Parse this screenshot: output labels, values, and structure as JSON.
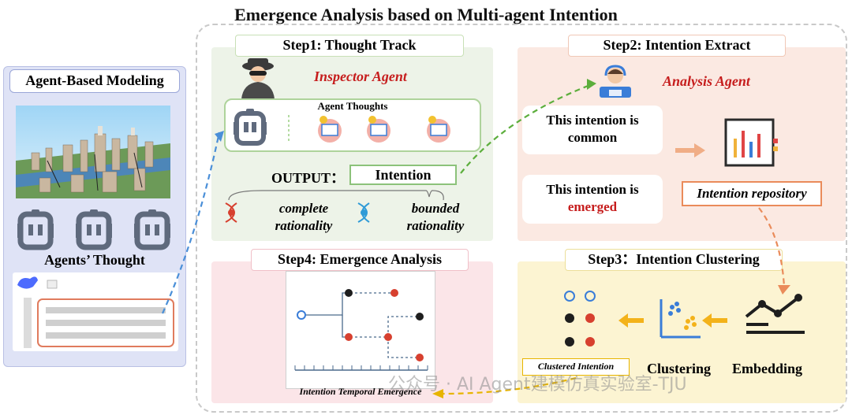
{
  "title": "Emergence Analysis based on Multi-agent Intention",
  "left": {
    "title": "Agent-Based Modeling",
    "thoughts_label": "Agents’ Thought"
  },
  "step1": {
    "label": "Step1: Thought Track",
    "agent": "Inspector Agent",
    "thoughts_title": "Agent Thoughts",
    "output_label": "OUTPUT：",
    "output_value": "Intention",
    "complete": "complete rationality",
    "bounded": "bounded rationality"
  },
  "step2": {
    "label": "Step2: Intention Extract",
    "agent": "Analysis Agent",
    "common_text": "This intention  is common",
    "emerged_prefix": "This intention is",
    "emerged_word": "emerged",
    "repository": "Intention repository"
  },
  "step3": {
    "label": "Step3：Intention Clustering",
    "clustered": "Clustered Intention",
    "clustering": "Clustering",
    "embedding": "Embedding"
  },
  "step4": {
    "label": "Step4: Emergence Analysis",
    "caption": "Intention Temporal Emergence"
  },
  "watermark": "公众号 · AI Agent建模仿真实验室-TJU",
  "colors": {
    "green_panel": "#edf3e8",
    "red_panel": "#fbe9e2",
    "yellow_panel": "#fcf4d2",
    "pink_panel": "#fbe5e8",
    "blue_panel": "#dfe3f6",
    "accent_red": "#c61d1d"
  }
}
